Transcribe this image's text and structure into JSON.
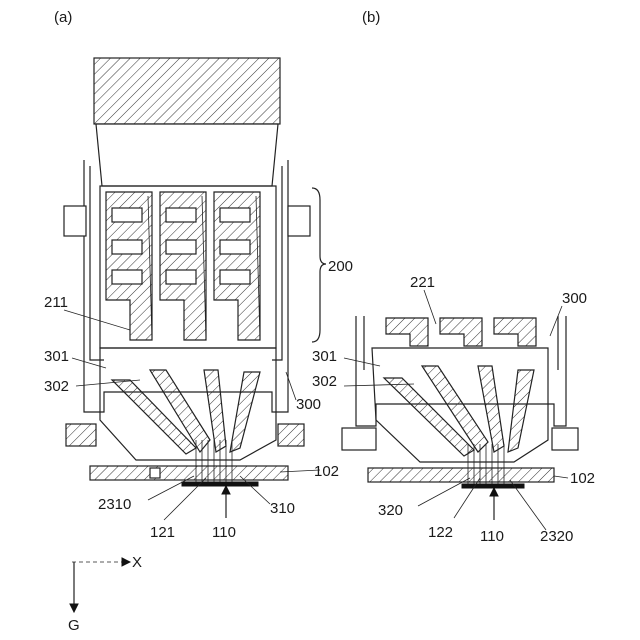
{
  "figure": {
    "panel_a": "(a)",
    "panel_b": "(b)",
    "labels_a": {
      "l200": "200",
      "l211": "211",
      "l301": "301",
      "l302": "302",
      "l300": "300",
      "l102": "102",
      "l2310": "2310",
      "l310": "310",
      "l121": "121",
      "l110": "110"
    },
    "labels_b": {
      "l221": "221",
      "l300": "300",
      "l301": "301",
      "l302": "302",
      "l102": "102",
      "l320": "320",
      "l122": "122",
      "l110": "110",
      "l2320": "2320"
    },
    "axes": {
      "x": "X",
      "g": "G"
    }
  }
}
